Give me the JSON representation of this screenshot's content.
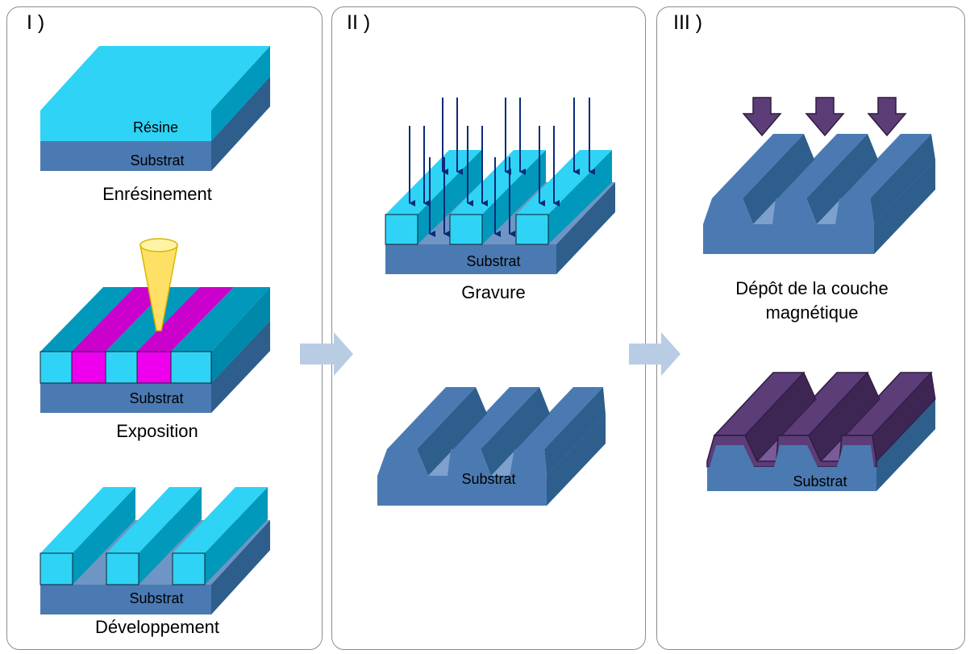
{
  "panels": [
    {
      "label": "I )",
      "steps": [
        {
          "caption": "Enrésinement",
          "layer_labels": [
            "Résine",
            "Substrat"
          ]
        },
        {
          "caption": "Exposition",
          "layer_labels": [
            "Substrat"
          ]
        },
        {
          "caption": "Développement",
          "layer_labels": [
            "Substrat"
          ]
        }
      ]
    },
    {
      "label": "II )",
      "steps": [
        {
          "caption": "Gravure",
          "layer_labels": [
            "Substrat"
          ]
        },
        {
          "caption": "",
          "layer_labels": [
            "Substrat"
          ]
        }
      ]
    },
    {
      "label": "III )",
      "steps": [
        {
          "caption": "Dépôt de la couche magnétique",
          "caption_lines": [
            "Dépôt de la couche",
            "magnétique"
          ],
          "layer_labels": []
        },
        {
          "caption": "",
          "layer_labels": [
            "Substrat"
          ]
        }
      ]
    }
  ],
  "colors": {
    "resin": "#2fd3f5",
    "resin_side": "#0099bb",
    "substrate": "#4b7ab3",
    "substrate_dark": "#2d5e8c",
    "exposed": "#ee00ee",
    "beam": "#ffe066",
    "arrow": "#b8cce4",
    "ion_arrows": "#0b2a78",
    "magnetic": "#5c3d78"
  }
}
